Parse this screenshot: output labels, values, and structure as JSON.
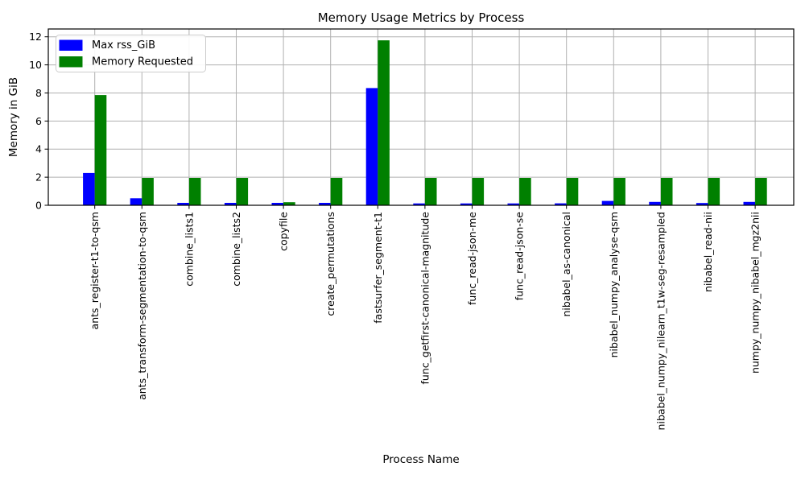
{
  "chart_data": {
    "type": "bar",
    "title": "Memory Usage Metrics by Process",
    "xlabel": "Process Name",
    "ylabel": "Memory in GiB",
    "categories": [
      "ants_register-t1-to-qsm",
      "ants_transform-segmentation-to-qsm",
      "combine_lists1",
      "combine_lists2",
      "copyfile",
      "create_permutations",
      "fastsurfer_segment-t1",
      "func_getfirst-canonical-magnitude",
      "func_read-json-me",
      "func_read-json-se",
      "nibabel_as-canonical",
      "nibabel_numpy_analyse-qsm",
      "nibabel_numpy_nilearn_t1w-seg-resampled",
      "nibabel_read-nii",
      "numpy_numpy_nibabel_mgz2nii"
    ],
    "series": [
      {
        "name": "Max rss_GiB",
        "color": "#0000ff",
        "values": [
          2.3,
          0.5,
          0.17,
          0.17,
          0.17,
          0.17,
          8.35,
          0.13,
          0.13,
          0.13,
          0.14,
          0.31,
          0.24,
          0.16,
          0.24
        ]
      },
      {
        "name": "Memory Requested",
        "color": "#008000",
        "values": [
          7.85,
          1.95,
          1.95,
          1.95,
          0.22,
          1.95,
          11.75,
          1.95,
          1.95,
          1.95,
          1.95,
          1.95,
          1.95,
          1.95,
          1.95
        ]
      }
    ],
    "yticks": [
      0,
      2,
      4,
      6,
      8,
      10,
      12
    ],
    "ylim": [
      0,
      12.55
    ],
    "grid": true,
    "grid_color": "#b0b0b0",
    "legend_position": "upper left",
    "x_tick_rotation": 90,
    "text_color": "#000000",
    "spine_color": "#000000",
    "background_color": "#ffffff"
  }
}
